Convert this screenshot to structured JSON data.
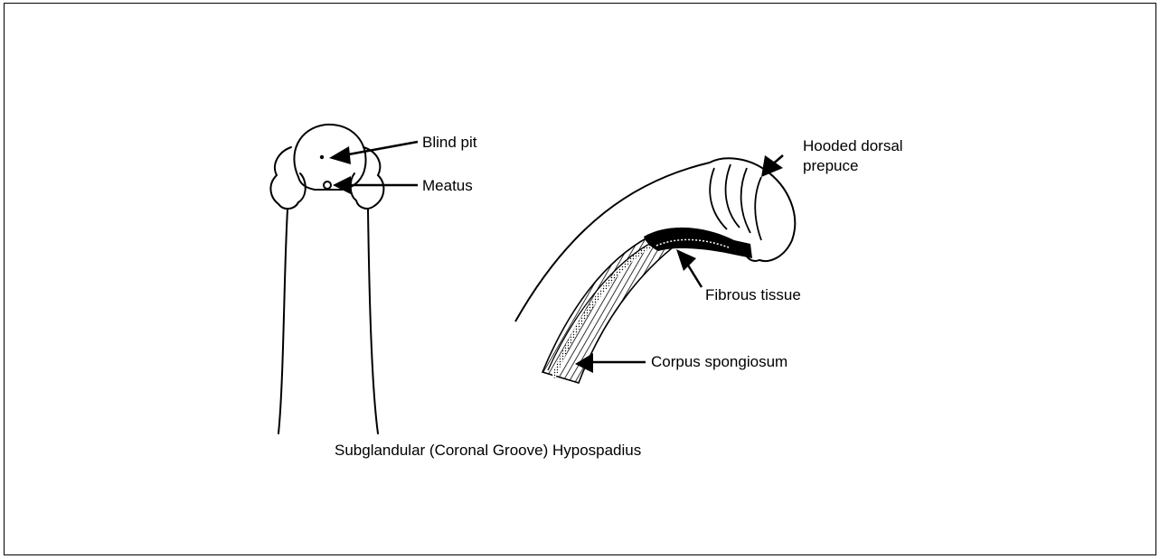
{
  "labels": {
    "blind_pit": "Blind pit",
    "meatus": "Meatus",
    "hooded_line1": "Hooded dorsal",
    "hooded_line2": "prepuce",
    "fibrous": "Fibrous tissue",
    "corpus": "Corpus spongiosum",
    "caption": "Subglandular (Coronal Groove) Hypospadius"
  },
  "colors": {
    "ink": "#000000",
    "background": "#ffffff"
  }
}
